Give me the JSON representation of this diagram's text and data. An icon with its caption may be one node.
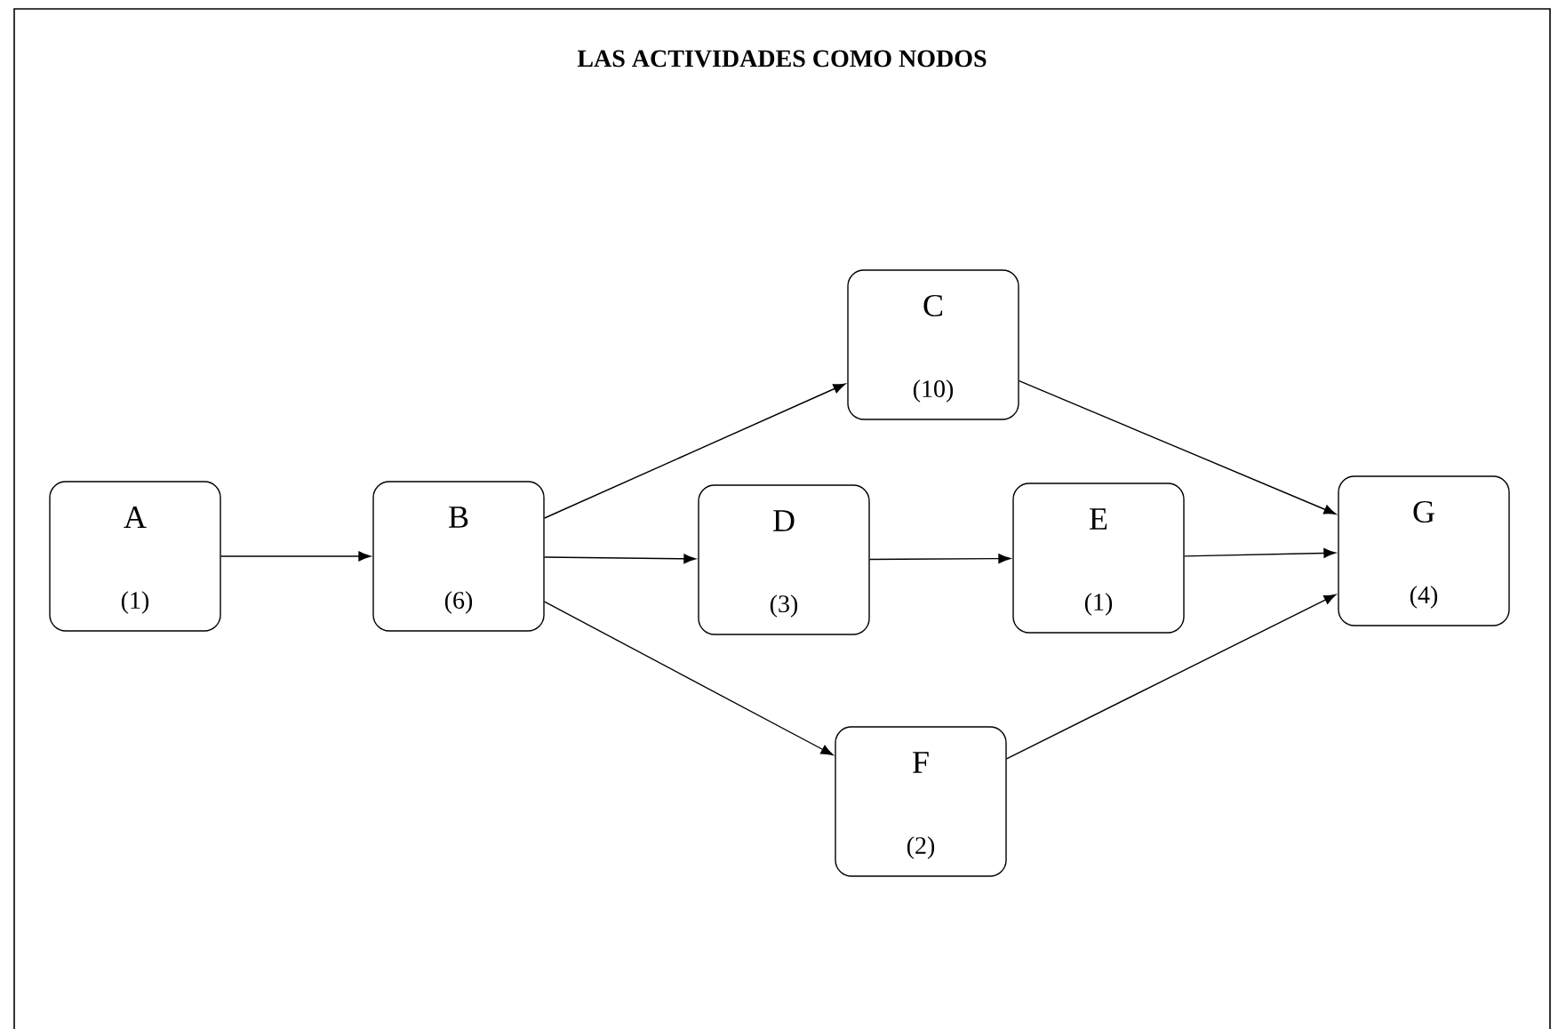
{
  "diagram": {
    "title": "LAS ACTIVIDADES COMO NODOS",
    "nodes": [
      {
        "text": [
          "A",
          "(1)"
        ]
      },
      {
        "text": [
          "B",
          "(6)"
        ]
      },
      {
        "text": [
          "C",
          "(10)"
        ]
      },
      {
        "text": [
          "D",
          "(3)"
        ]
      },
      {
        "text": [
          "E",
          "(1)"
        ]
      },
      {
        "text": [
          "F",
          "(2)"
        ]
      },
      {
        "text": [
          "G",
          "(4)"
        ]
      }
    ],
    "edges": [
      {
        "from": 0,
        "to": 1,
        "arrow": "to"
      },
      {
        "from": 1,
        "to": 2,
        "arrow": "to"
      },
      {
        "from": 1,
        "to": 3,
        "arrow": "to"
      },
      {
        "from": 1,
        "to": 5,
        "arrow": "to"
      },
      {
        "from": 2,
        "to": 6,
        "arrow": "to"
      },
      {
        "from": 3,
        "to": 4,
        "arrow": "to"
      },
      {
        "from": 4,
        "to": 6,
        "arrow": "to"
      },
      {
        "from": 5,
        "to": 6,
        "arrow": "to"
      }
    ]
  }
}
